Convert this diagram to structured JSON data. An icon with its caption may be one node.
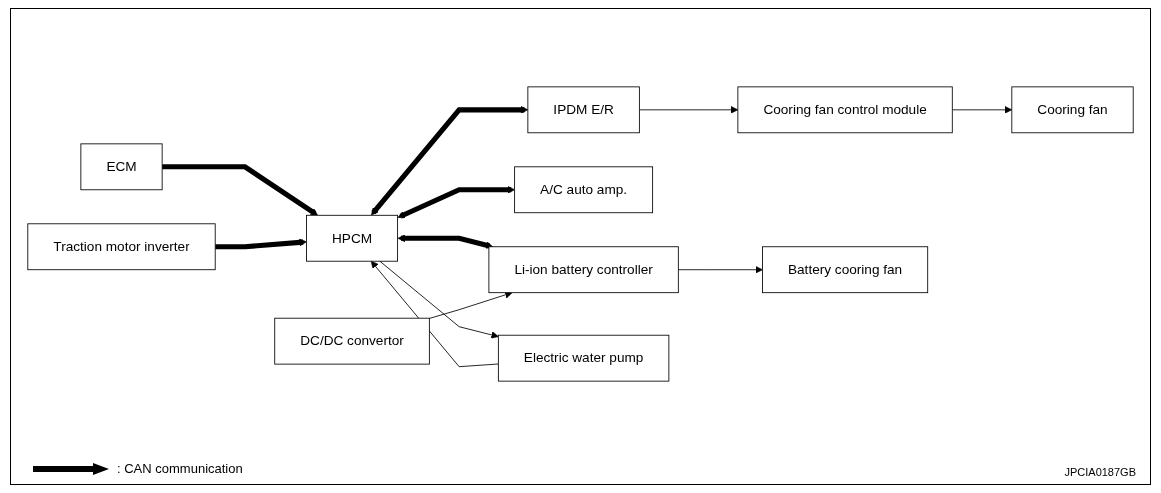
{
  "diagram": {
    "nodes": [
      {
        "text": [
          "ECM"
        ]
      },
      {
        "text": [
          "Traction motor inverter"
        ]
      },
      {
        "text": [
          "HPCM"
        ]
      },
      {
        "text": [
          "IPDM E/R"
        ]
      },
      {
        "text": [
          "Cooring fan control module"
        ]
      },
      {
        "text": [
          "Cooring fan"
        ]
      },
      {
        "text": [
          "A/C auto amp."
        ]
      },
      {
        "text": [
          "Li-ion battery controller"
        ]
      },
      {
        "text": [
          "Battery cooring fan"
        ]
      },
      {
        "text": [
          "DC/DC convertor"
        ]
      },
      {
        "text": [
          "Electric water pump"
        ]
      }
    ],
    "edges": [
      {
        "from": 0,
        "to": 2,
        "arrow": "to",
        "style": "thick"
      },
      {
        "from": 1,
        "to": 2,
        "arrow": "to",
        "style": "thick"
      },
      {
        "from": 2,
        "to": 3,
        "arrow": "both",
        "style": "thick"
      },
      {
        "from": 2,
        "to": 6,
        "arrow": "both",
        "style": "thick"
      },
      {
        "from": 2,
        "to": 7,
        "arrow": "both",
        "style": "thick"
      },
      {
        "from": 3,
        "to": 4,
        "arrow": "to"
      },
      {
        "from": 4,
        "to": 5,
        "arrow": "to"
      },
      {
        "from": 7,
        "to": 8,
        "arrow": "to"
      },
      {
        "from": 9,
        "to": 7,
        "arrow": "to"
      },
      {
        "from": 2,
        "to": 10,
        "arrow": "to"
      },
      {
        "from": 10,
        "to": 2,
        "arrow": "to"
      }
    ],
    "labels": [
      "JPCIA0187GB"
    ],
    "legend": [
      {
        "text": ": CAN communication"
      }
    ]
  }
}
